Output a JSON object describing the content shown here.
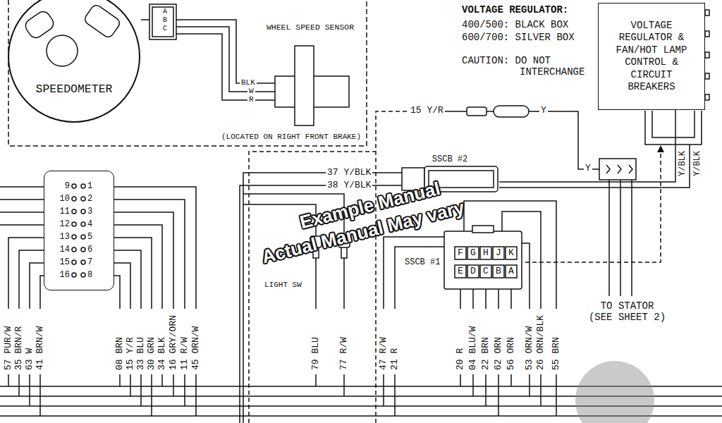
{
  "diagram": {
    "nodes": [
      {
        "text": [
          "SPEEDOMETER"
        ]
      },
      {
        "text": [
          "WHEEL SPEED SENSOR"
        ]
      },
      {
        "text": [
          "VOLTAGE REGULATOR & FAN/HOT LAMP CONTROL & CIRCUIT BREAKERS"
        ]
      },
      {
        "text": [
          "9",
          "1",
          "10",
          "2",
          "11",
          "3",
          "12",
          "4",
          "13",
          "5",
          "14",
          "6",
          "15",
          "7",
          "16",
          "8"
        ]
      },
      {
        "text": [
          "SSCB #2"
        ]
      },
      {
        "text": [
          "SSCB #1",
          "F",
          "G",
          "H",
          "J",
          "K",
          "E",
          "D",
          "C",
          "B",
          "A"
        ]
      }
    ],
    "edges": [
      {
        "from": 0,
        "to": 1,
        "arrow": "none"
      },
      {
        "from": 4,
        "to": 2,
        "arrow": "none"
      }
    ],
    "labels": [
      "VOLTAGE REGULATOR:",
      "400/500: BLACK BOX",
      "600/700: SILVER BOX",
      "CAUTION: DO NOT INTERCHANGE",
      "A",
      "B",
      "C",
      "BLK",
      "W",
      "R",
      "(LOCATED ON RIGHT FRONT BRAKE)",
      "15 Y/R",
      "Y",
      "Y",
      "Y/BLK",
      "Y/BLK",
      "37 Y/BLK",
      "38 Y/BLK",
      "LIGHT SW",
      "TO STATOR (SEE SHEET 2)",
      "57 PUR/W",
      "35 BRN/R",
      "63 W",
      "41 BRN/W",
      "08 BRN",
      "15 Y/R",
      "33 BLU",
      "30 GRN",
      "34 BLK",
      "16 GRY/ORN",
      "11 R/W",
      "45 ORN/W",
      "79 BLU",
      "77 R/W",
      "47 R/W",
      "21 R",
      "20 R",
      "04 BLU/W",
      "22 BRN",
      "62 ORN",
      "56 ORN",
      "53 ORN/W",
      "26 ORN/BLK",
      "55 BRN",
      "Example Manual",
      "Actual Manual May vary"
    ]
  }
}
